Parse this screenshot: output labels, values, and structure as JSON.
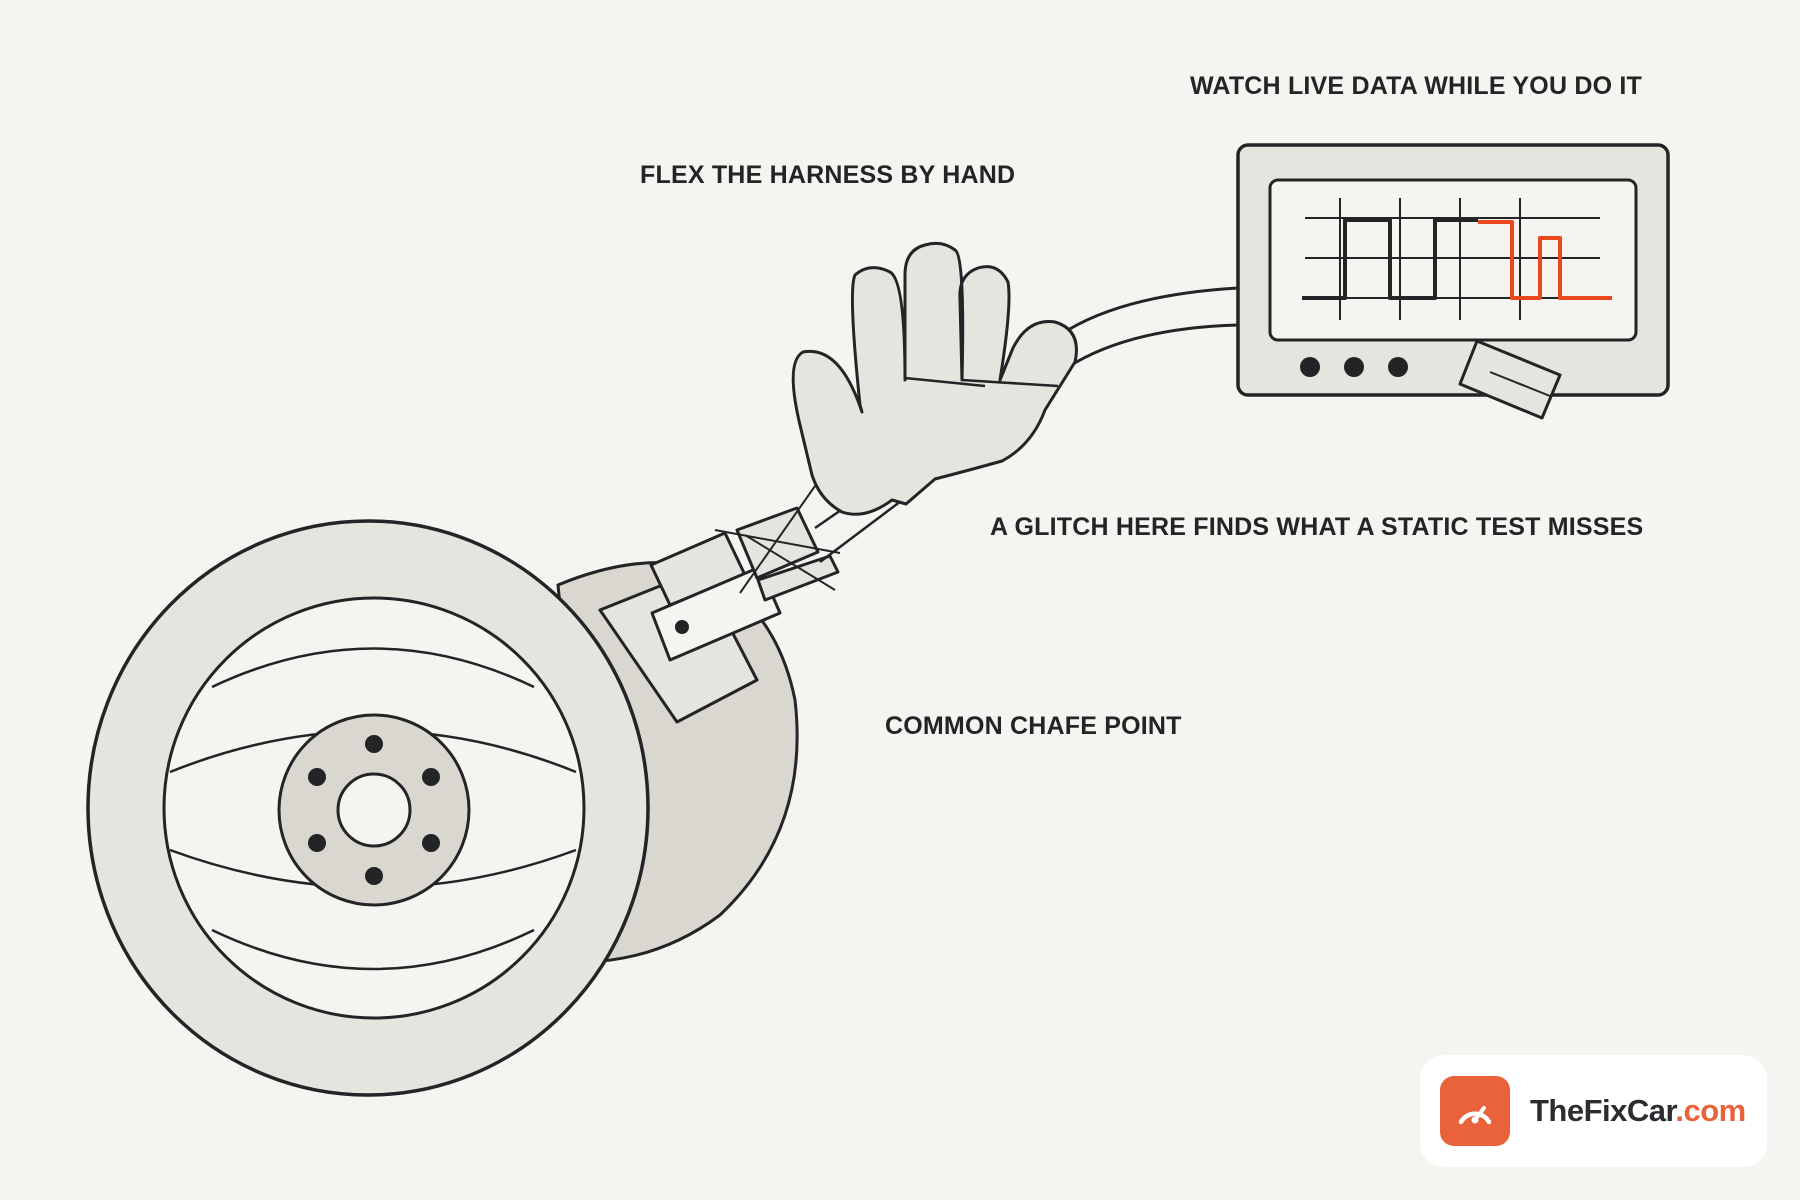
{
  "labels": {
    "live_data": "WATCH LIVE DATA WHILE YOU DO IT",
    "flex": "FLEX THE HARNESS BY HAND",
    "glitch": "A GLITCH HERE FINDS WHAT A STATIC TEST MISSES",
    "chafe": "COMMON CHAFE POINT"
  },
  "brand": {
    "name": "TheFixCar",
    "domain": ".com",
    "icon": "speedometer-icon"
  },
  "colors": {
    "background": "#f5f4f0",
    "line": "#222426",
    "fill_light": "#e6e4de",
    "fill_mid": "#d9d7d0",
    "signal_glitch": "#e8481c",
    "brand_accent": "#e8623a"
  }
}
